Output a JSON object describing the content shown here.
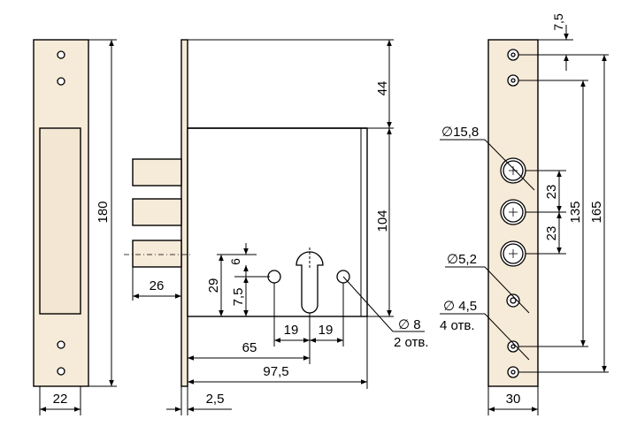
{
  "labels": {
    "front_height": "180",
    "front_width": "22",
    "top_offset": "44",
    "body_height": "104",
    "bolt_projection": "26",
    "cyl_height_a": "29",
    "cyl_height_b": "7,5",
    "cyl_small": "6",
    "cyl_spacing_left": "19",
    "cyl_spacing_right": "19",
    "backset": "65",
    "body_depth": "97,5",
    "plate_thickness": "2,5",
    "hole_dia": "∅ 8",
    "hole_count": "2 отв.",
    "strike_top": "7,5",
    "strike_dia_large": "∅15,8",
    "strike_gap_1": "23",
    "strike_gap_2": "23",
    "strike_span_1": "135",
    "strike_span_2": "165",
    "strike_dia_mid": "∅5,2",
    "strike_dia_small": "∅ 4,5",
    "strike_small_count": "4 отв.",
    "strike_width": "30"
  },
  "colors": {
    "plate": "#f6ead8",
    "line": "#000000"
  }
}
